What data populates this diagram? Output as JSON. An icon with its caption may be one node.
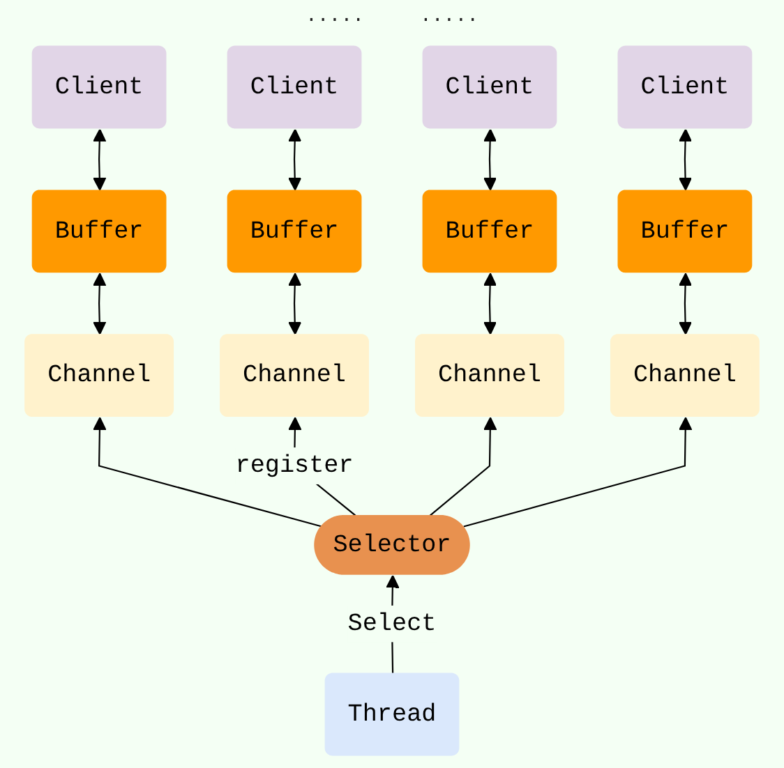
{
  "diagram": {
    "nodes": [
      {
        "text": [
          "Client"
        ]
      },
      {
        "text": [
          "Client"
        ]
      },
      {
        "text": [
          "Client"
        ]
      },
      {
        "text": [
          "Client"
        ]
      },
      {
        "text": [
          "Buffer"
        ]
      },
      {
        "text": [
          "Buffer"
        ]
      },
      {
        "text": [
          "Buffer"
        ]
      },
      {
        "text": [
          "Buffer"
        ]
      },
      {
        "text": [
          "Channel"
        ]
      },
      {
        "text": [
          "Channel"
        ]
      },
      {
        "text": [
          "Channel"
        ]
      },
      {
        "text": [
          "Channel"
        ]
      },
      {
        "text": [
          "Selector"
        ]
      },
      {
        "text": [
          "Thread"
        ]
      }
    ],
    "edges": [
      {
        "from": 0,
        "to": 4,
        "arrow": "both"
      },
      {
        "from": 1,
        "to": 5,
        "arrow": "both"
      },
      {
        "from": 2,
        "to": 6,
        "arrow": "both"
      },
      {
        "from": 3,
        "to": 7,
        "arrow": "both"
      },
      {
        "from": 4,
        "to": 8,
        "arrow": "both"
      },
      {
        "from": 5,
        "to": 9,
        "arrow": "both"
      },
      {
        "from": 6,
        "to": 10,
        "arrow": "both"
      },
      {
        "from": 7,
        "to": 11,
        "arrow": "both"
      },
      {
        "from": 12,
        "to": 8,
        "arrow": "to"
      },
      {
        "from": 12,
        "to": 9,
        "arrow": "to",
        "label": "register"
      },
      {
        "from": 12,
        "to": 10,
        "arrow": "to"
      },
      {
        "from": 12,
        "to": 11,
        "arrow": "to"
      },
      {
        "from": 13,
        "to": 12,
        "arrow": "to",
        "label": "Select"
      }
    ],
    "labels": [
      ".....",
      "....."
    ]
  }
}
